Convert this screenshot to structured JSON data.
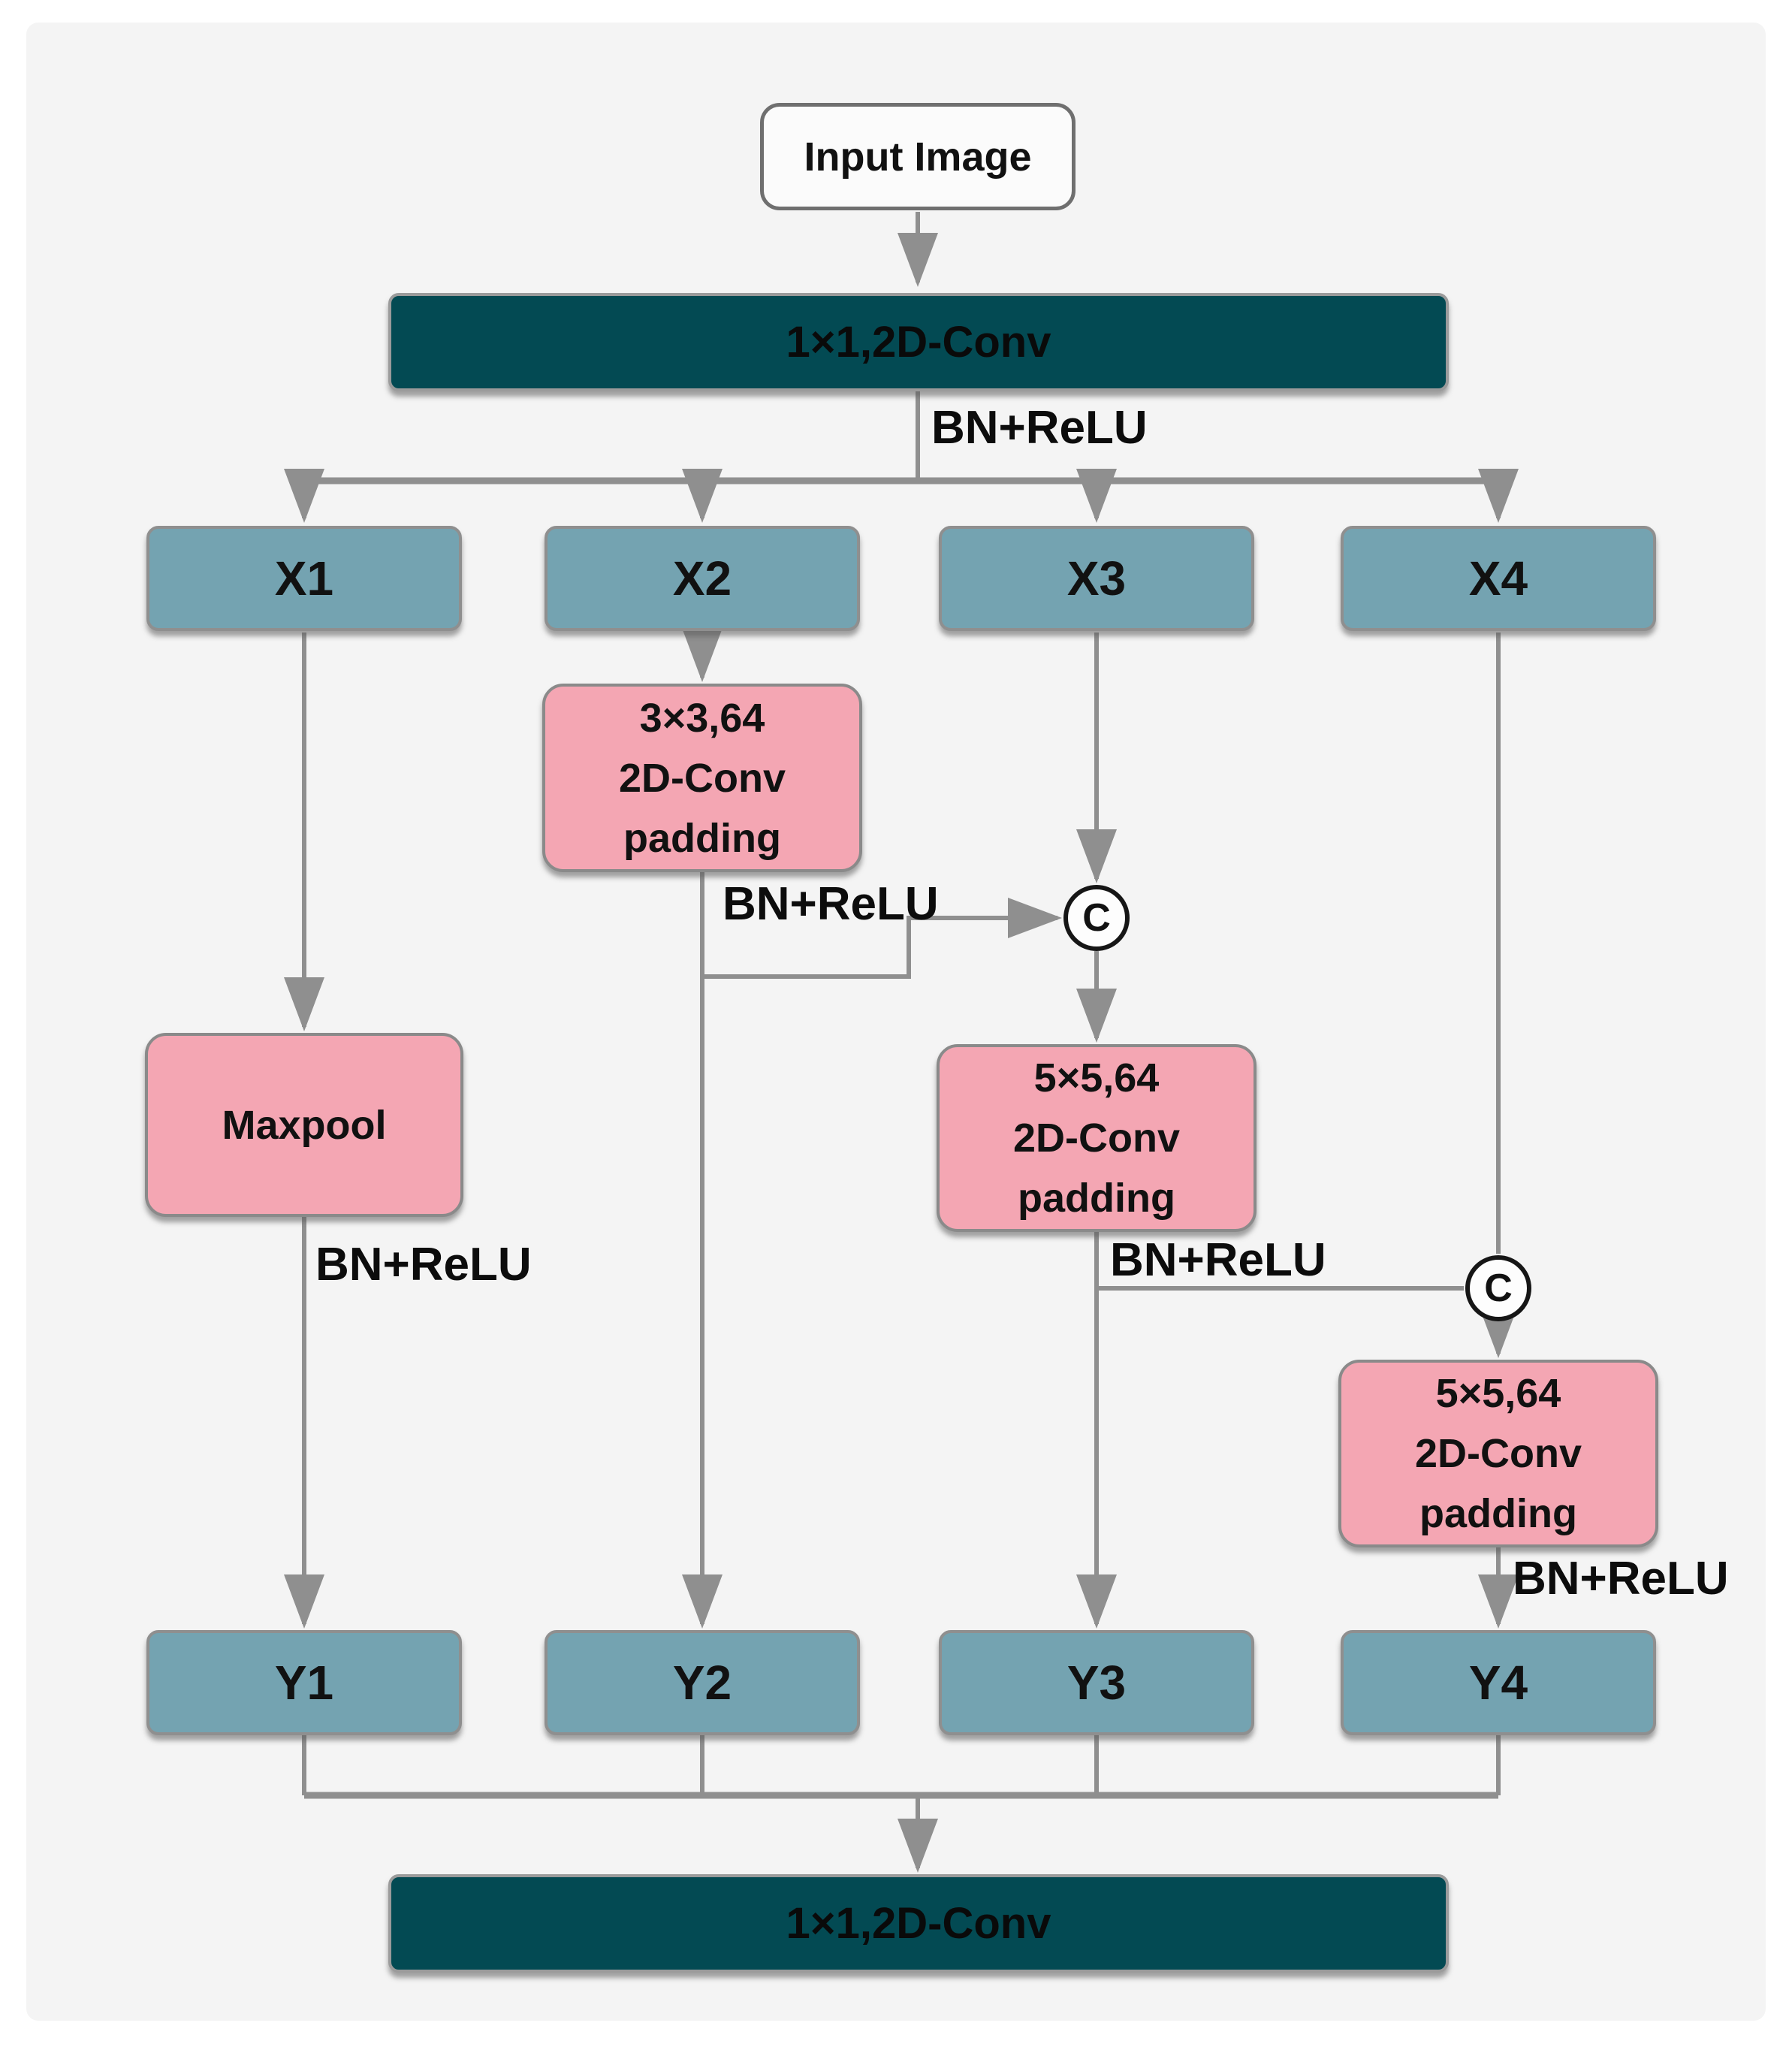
{
  "diagram": {
    "title_node": "Input Image",
    "conv_top_label": "1×1,2D-Conv",
    "conv_bottom_label": "1×1,2D-Conv",
    "bn_relu_label": "BN+ReLU",
    "concat_label": "C",
    "x_nodes": [
      "X1",
      "X2",
      "X3",
      "X4"
    ],
    "y_nodes": [
      "Y1",
      "Y2",
      "Y3",
      "Y4"
    ],
    "maxpool_label": "Maxpool",
    "conv3x3_lines": [
      "3×3,64",
      "2D-Conv",
      "padding"
    ],
    "conv5x5_a_lines": [
      "5×5,64",
      "2D-Conv",
      "padding"
    ],
    "conv5x5_b_lines": [
      "5×5,64",
      "2D-Conv",
      "padding"
    ],
    "colors": {
      "panel_background": "#f4f4f4",
      "teal_block": "#034a53",
      "pink_block": "#f4a6b3",
      "blue_block": "#74a3b1",
      "connector_gray": "#8f8f8f",
      "text": "#111111"
    }
  }
}
